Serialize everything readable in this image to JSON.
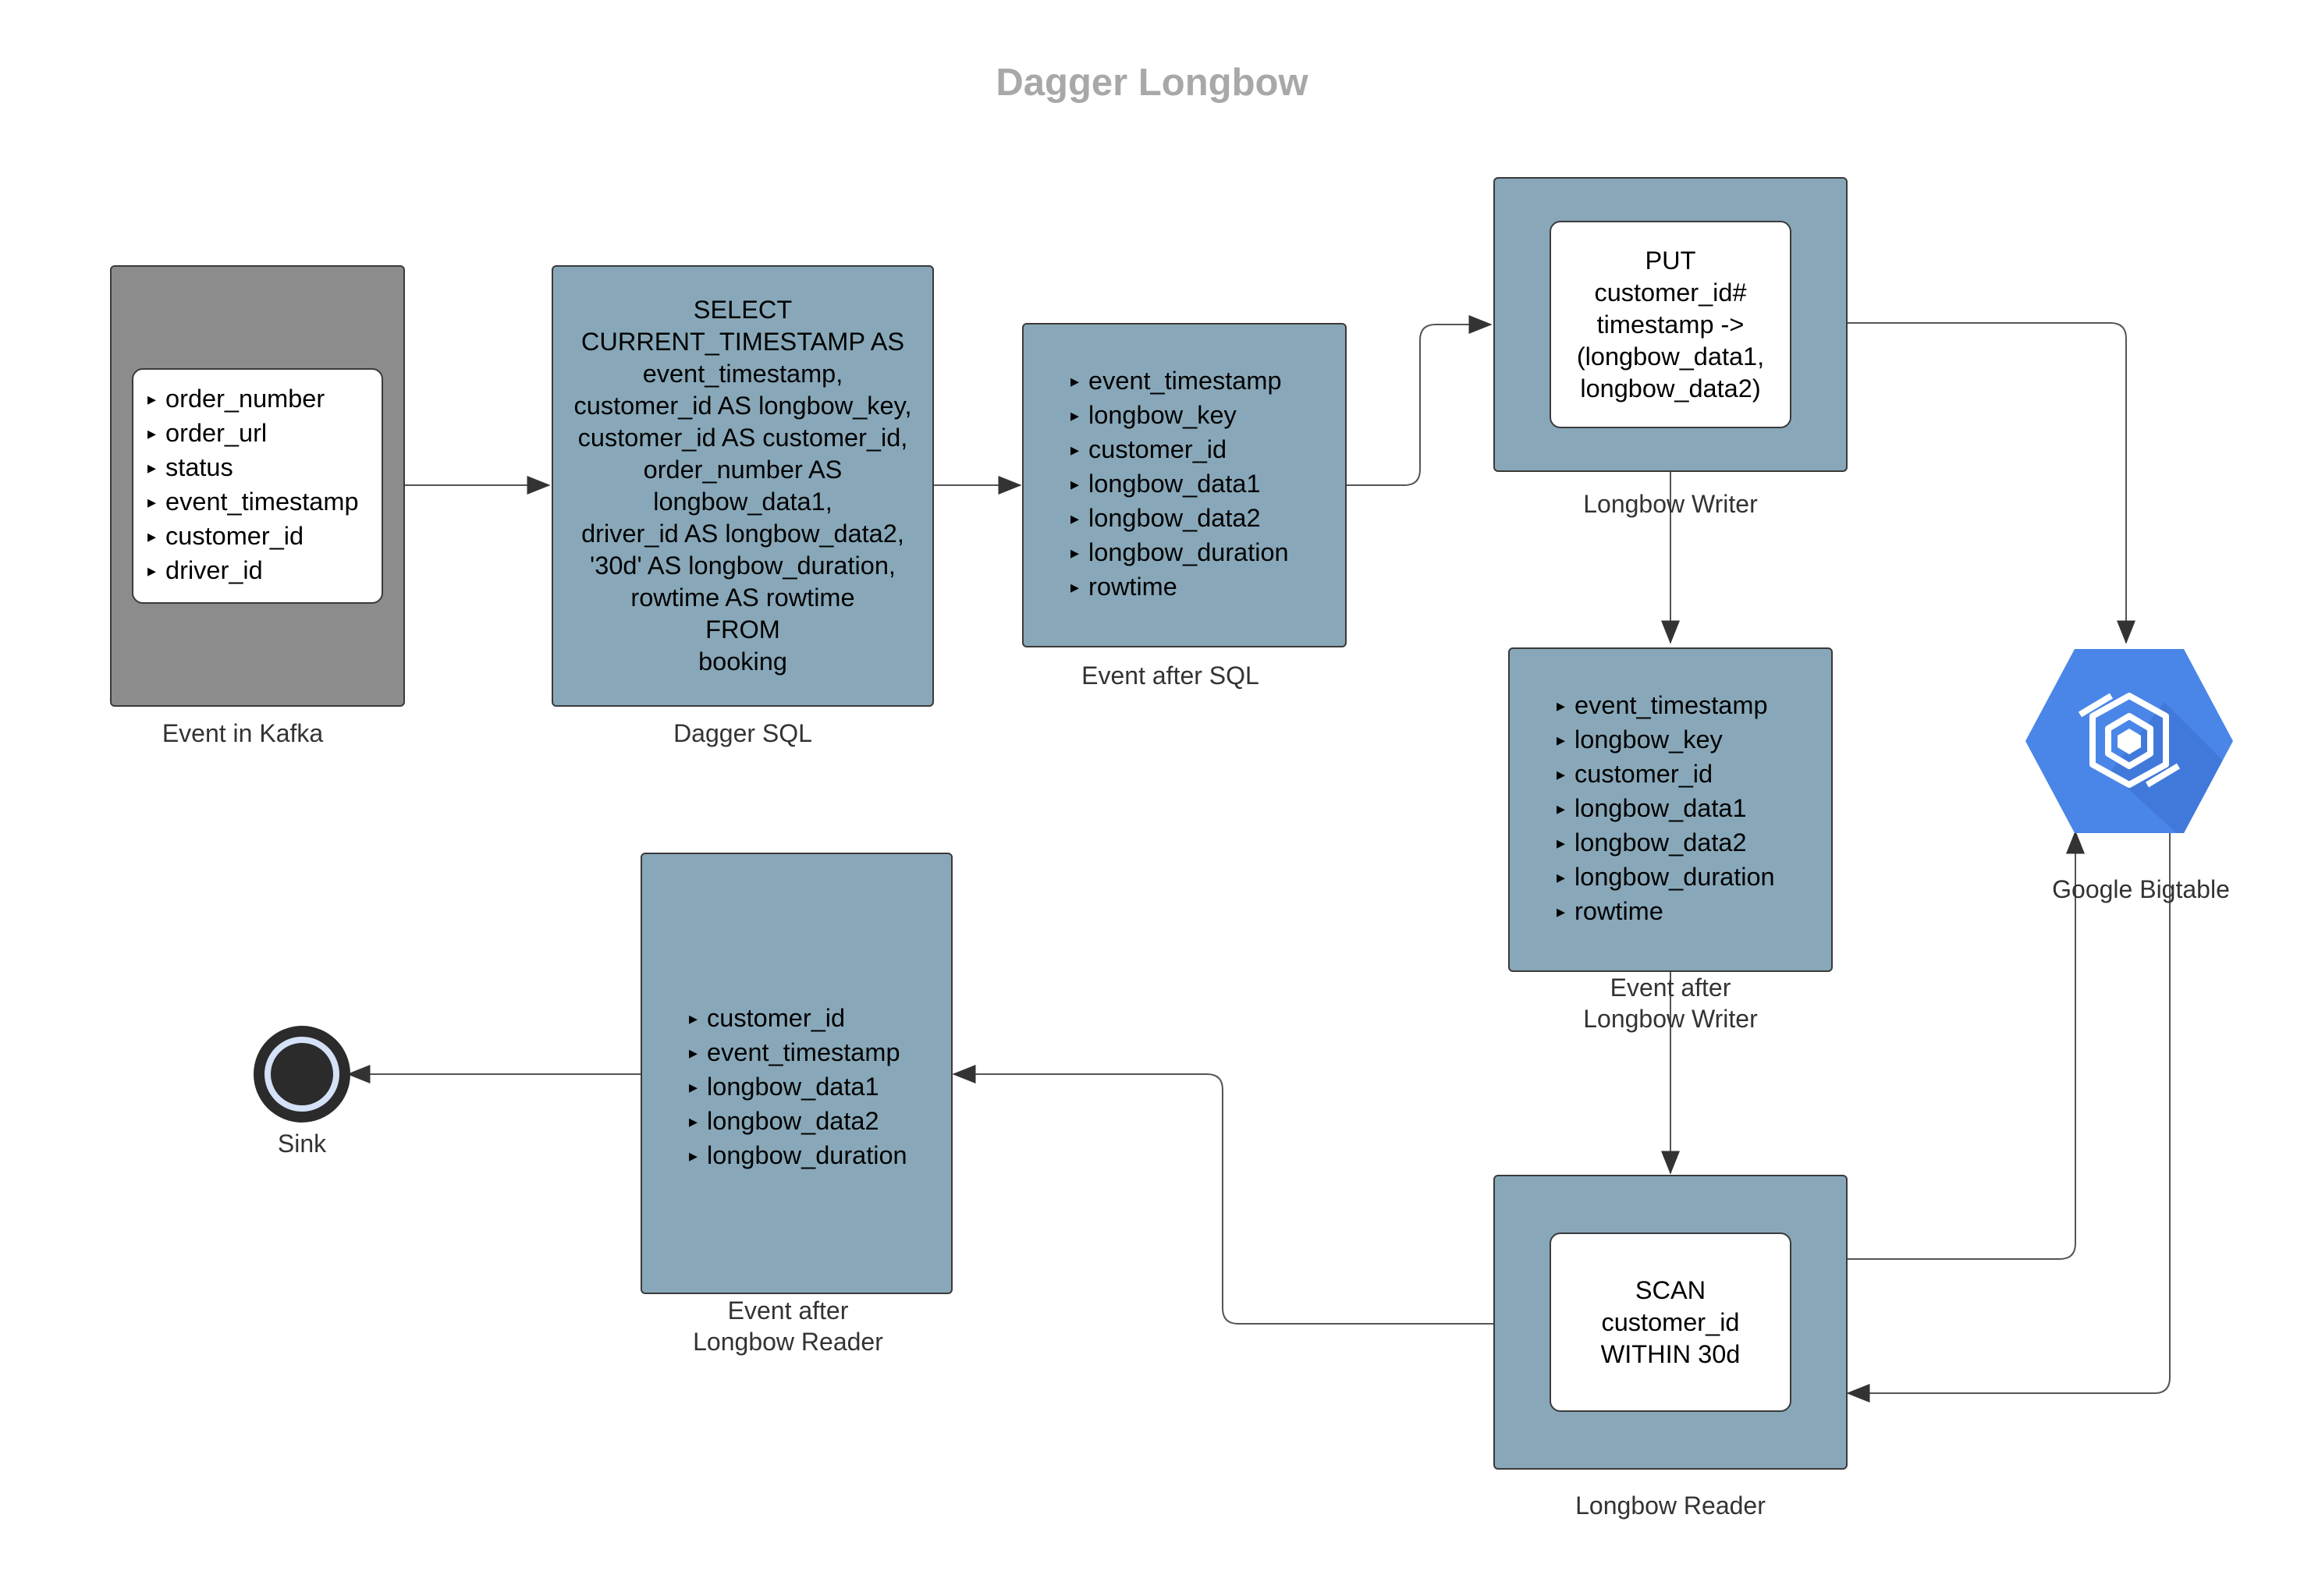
{
  "title": "Dagger Longbow",
  "kafka": {
    "caption": "Event in Kafka",
    "fields": [
      "order_number",
      "order_url",
      "status",
      "event_timestamp",
      "customer_id",
      "driver_id"
    ]
  },
  "sql": {
    "caption": "Dagger SQL",
    "text": "SELECT\nCURRENT_TIMESTAMP AS\nevent_timestamp,\ncustomer_id AS longbow_key,\ncustomer_id AS customer_id,\norder_number AS\nlongbow_data1,\ndriver_id AS longbow_data2,\n'30d' AS longbow_duration,\nrowtime AS rowtime\nFROM\nbooking"
  },
  "after_sql": {
    "caption": "Event after SQL",
    "fields": [
      "event_timestamp",
      "longbow_key",
      "customer_id",
      "longbow_data1",
      "longbow_data2",
      "longbow_duration",
      "rowtime"
    ]
  },
  "writer": {
    "caption": "Longbow Writer",
    "text": "PUT\ncustomer_id#\ntimestamp ->\n(longbow_data1,\nlongbow_data2)"
  },
  "after_writer": {
    "caption": "Event after\nLongbow Writer",
    "fields": [
      "event_timestamp",
      "longbow_key",
      "customer_id",
      "longbow_data1",
      "longbow_data2",
      "longbow_duration",
      "rowtime"
    ]
  },
  "bigtable": {
    "caption": "Google Bigtable",
    "icon": "google-bigtable-icon",
    "color": "#4a86e8"
  },
  "reader": {
    "caption": "Longbow Reader",
    "text": "SCAN\ncustomer_id\nWITHIN 30d"
  },
  "after_reader": {
    "caption": "Event after\nLongbow Reader",
    "fields": [
      "customer_id",
      "event_timestamp",
      "longbow_data1",
      "longbow_data2",
      "longbow_duration"
    ]
  },
  "sink": {
    "caption": "Sink"
  },
  "colors": {
    "box_blue": "#88a8b9",
    "box_gray": "#8c8c8c",
    "line": "#555555",
    "title": "#a8a8a8"
  }
}
